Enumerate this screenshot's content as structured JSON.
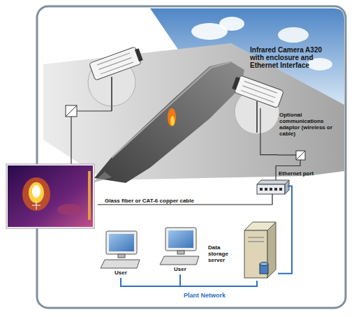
{
  "diagram": {
    "nodes": [
      {
        "text": [
          "Infrared Camera A320 with enclosure and Ethernet Interface"
        ]
      },
      {
        "text": [
          "Optional communications adaptor (wireless or cable)"
        ]
      },
      {
        "text": [
          "Ethernet port"
        ]
      },
      {
        "text": [
          "User"
        ]
      },
      {
        "text": [
          "User"
        ]
      },
      {
        "text": [
          "Data storage server"
        ]
      }
    ],
    "edges": [
      {
        "from": 0,
        "to": 1,
        "arrow": "none"
      },
      {
        "from": 1,
        "to": 2,
        "arrow": "none"
      },
      {
        "from": 2,
        "to": 5,
        "arrow": "none"
      },
      {
        "from": 5,
        "to": 4,
        "arrow": "none",
        "label": "Plant Network"
      },
      {
        "from": 4,
        "to": 3,
        "arrow": "none"
      }
    ],
    "labels": [
      "Glass fiber or CAT-6 copper cable"
    ]
  }
}
